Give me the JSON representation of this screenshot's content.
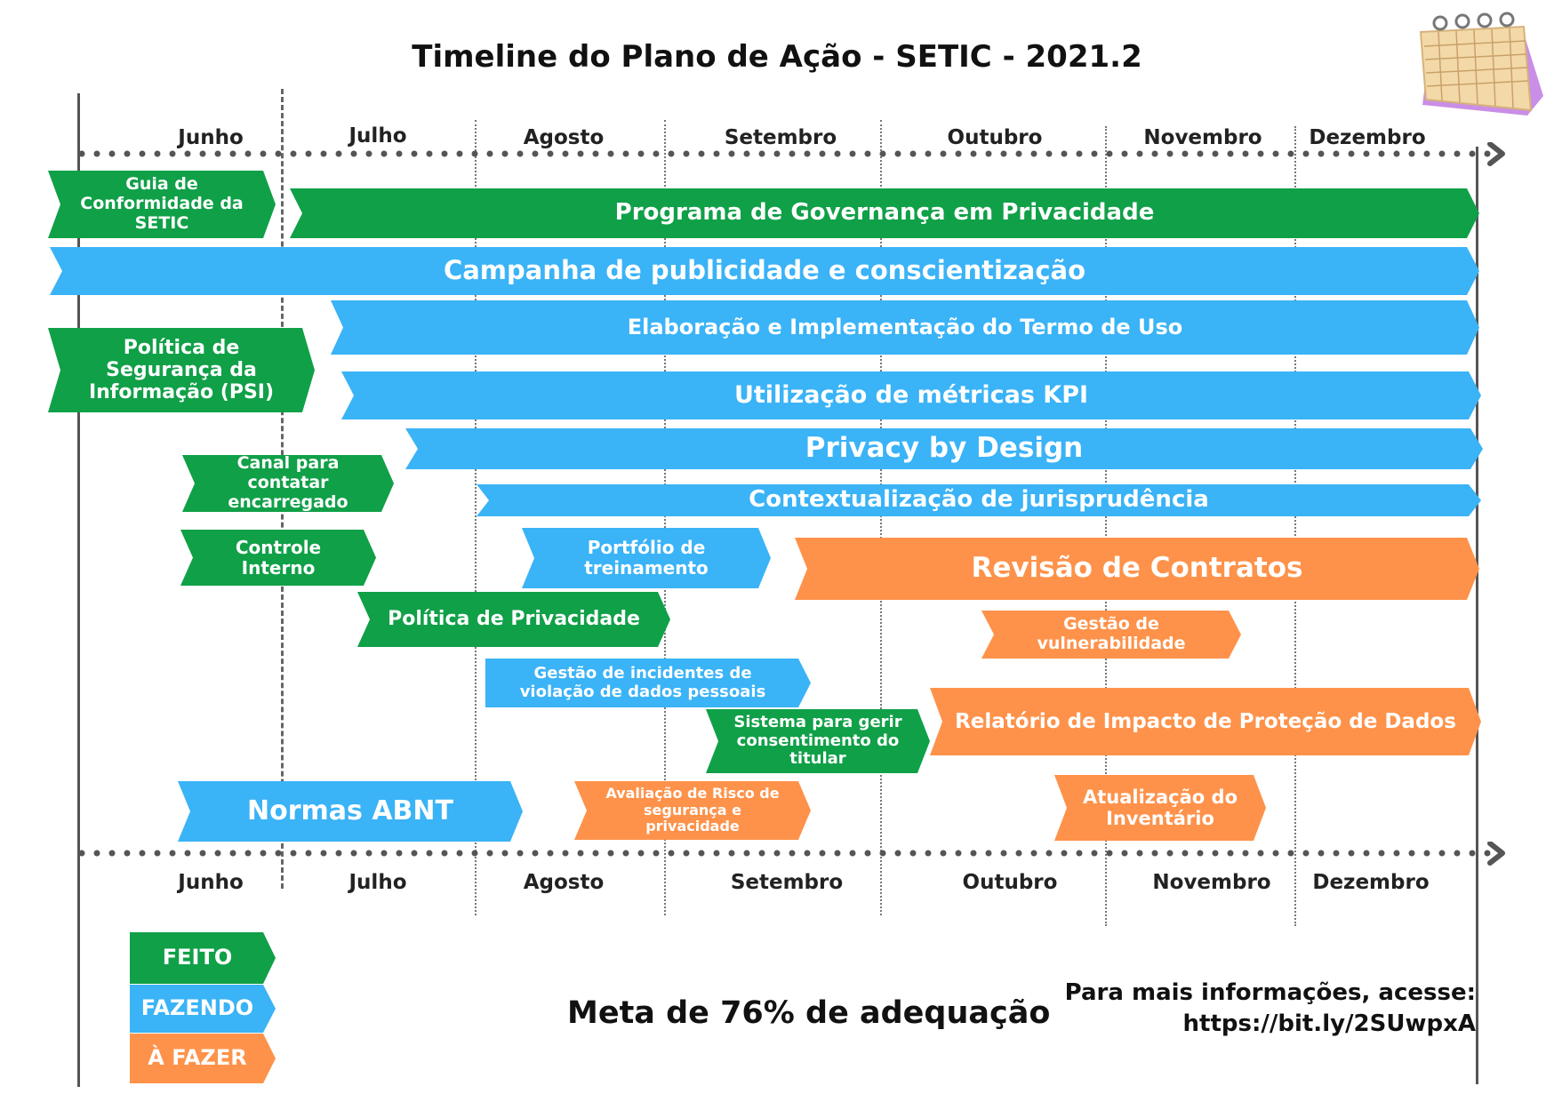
{
  "title": "Timeline do Plano de Ação - SETIC - 2021.2",
  "months_top": [
    "Junho",
    "Julho",
    "Agosto",
    "Setembro",
    "Outubro",
    "Novembro",
    "Dezembro"
  ],
  "months_bottom": [
    "Junho",
    "Julho",
    "Agosto",
    "Setembro",
    "Outubro",
    "Novembro",
    "Dezembro"
  ],
  "colors": {
    "feito": "#10a048",
    "fazendo": "#3ab3f7",
    "a_fazer": "#fe924a"
  },
  "bars": {
    "guia": "Guia de Conformidade da SETIC",
    "programa": "Programa de Governança em Privacidade",
    "campanha": "Campanha de publicidade e conscientização",
    "termo": "Elaboração e Implementação do Termo de Uso",
    "psi": "Política de Segurança da Informação (PSI)",
    "metricas": "Utilização de métricas KPI",
    "privacy": "Privacy by Design",
    "canal": "Canal para contatar encarregado",
    "contexto": "Contextualização de jurisprudência",
    "controle": "Controle Interno",
    "portfolio": "Portfólio de treinamento",
    "revisao": "Revisão de Contratos",
    "politica_priv": "Política de Privacidade",
    "gestao_vuln": "Gestão de vulnerabilidade",
    "incidentes": "Gestão de incidentes de violação de dados pessoais",
    "consentimento": "Sistema para gerir consentimento do titular",
    "ripd": "Relatório de Impacto de Proteção de Dados",
    "normas": "Normas ABNT",
    "avaliacao": "Avaliação de Risco de segurança e privacidade",
    "inventario": "Atualização do Inventário"
  },
  "legend": {
    "feito": "FEITO",
    "fazendo": "FAZENDO",
    "a_fazer": "À FAZER"
  },
  "meta": "Meta de 76% de adequação",
  "info_line1": "Para mais informações, acesse:",
  "info_line2": "https://bit.ly/2SUwpxA",
  "icons": {
    "calendar": "calendar-icon"
  }
}
